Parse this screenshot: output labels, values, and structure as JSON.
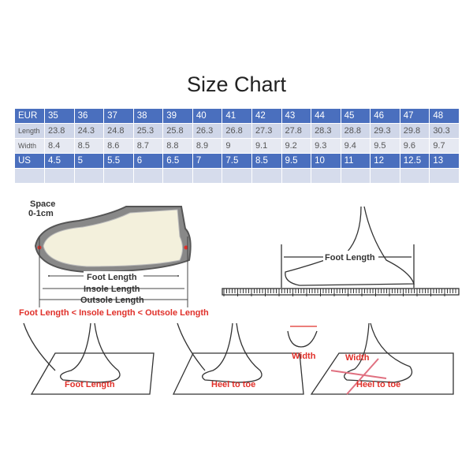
{
  "title": "Size Chart",
  "table": {
    "rows": [
      {
        "label": "EUR",
        "values": [
          "35",
          "36",
          "37",
          "38",
          "39",
          "40",
          "41",
          "42",
          "43",
          "44",
          "45",
          "46",
          "47",
          "48"
        ]
      },
      {
        "label": "Length",
        "values": [
          "23.8",
          "24.3",
          "24.8",
          "25.3",
          "25.8",
          "26.3",
          "26.8",
          "27.3",
          "27.8",
          "28.3",
          "28.8",
          "29.3",
          "29.8",
          "30.3"
        ]
      },
      {
        "label": "Width",
        "values": [
          "8.4",
          "8.5",
          "8.6",
          "8.7",
          "8.8",
          "8.9",
          "9",
          "9.1",
          "9.2",
          "9.3",
          "9.4",
          "9.5",
          "9.6",
          "9.7"
        ]
      },
      {
        "label": "US",
        "values": [
          "4.5",
          "5",
          "5.5",
          "6",
          "6.5",
          "7",
          "7.5",
          "8.5",
          "9.5",
          "10",
          "11",
          "12",
          "12.5",
          "13"
        ]
      }
    ]
  },
  "diagram": {
    "space": "Space",
    "space_range": "0-1cm",
    "foot_length": "Foot Length",
    "insole_length": "Insole Length",
    "outsole_length": "Outsole Length",
    "comparison": "Foot Length < Insole Length < Outsole Length",
    "ruler_label": "Foot Length",
    "step1": "Foot Length",
    "step2": "Heel to toe",
    "step3_width": "Width",
    "step3_heel": "Heel to toe",
    "toe_width": "Width"
  },
  "colors": {
    "header": "#4a6fbe",
    "accent": "#e0302a"
  }
}
